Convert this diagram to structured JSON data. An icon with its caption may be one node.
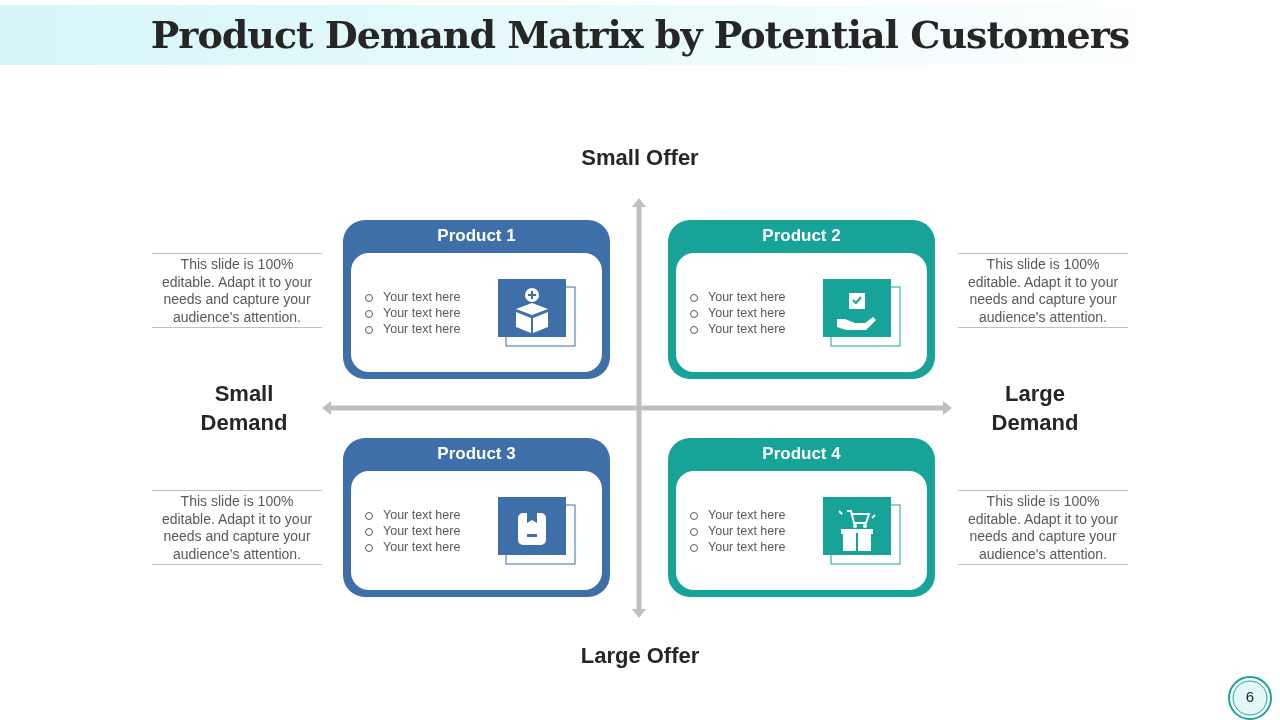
{
  "diagram": {
    "title": "Product Demand Matrix by Potential Customers",
    "nodes": [
      {
        "text": [
          "Product 1",
          "Your text here",
          "Your text here",
          "Your text here"
        ]
      },
      {
        "text": [
          "Product 2",
          "Your text here",
          "Your text here",
          "Your text here"
        ]
      },
      {
        "text": [
          "Product 3",
          "Your text here",
          "Your text here",
          "Your text here"
        ]
      },
      {
        "text": [
          "Product 4",
          "Your text here",
          "Your text here",
          "Your text here"
        ]
      }
    ],
    "labels": [
      "Small Offer",
      "This slide is 100% editable. Adapt it to your needs and capture your audience's attention.",
      "This slide is 100% editable. Adapt it to your needs and capture your audience's attention.",
      "Small Demand",
      "Large Demand",
      "This slide is 100% editable. Adapt it to your needs and capture your audience's attention.",
      "This slide is 100% editable. Adapt it to your needs and capture your audience's attention.",
      "Large Offer",
      "6"
    ]
  }
}
